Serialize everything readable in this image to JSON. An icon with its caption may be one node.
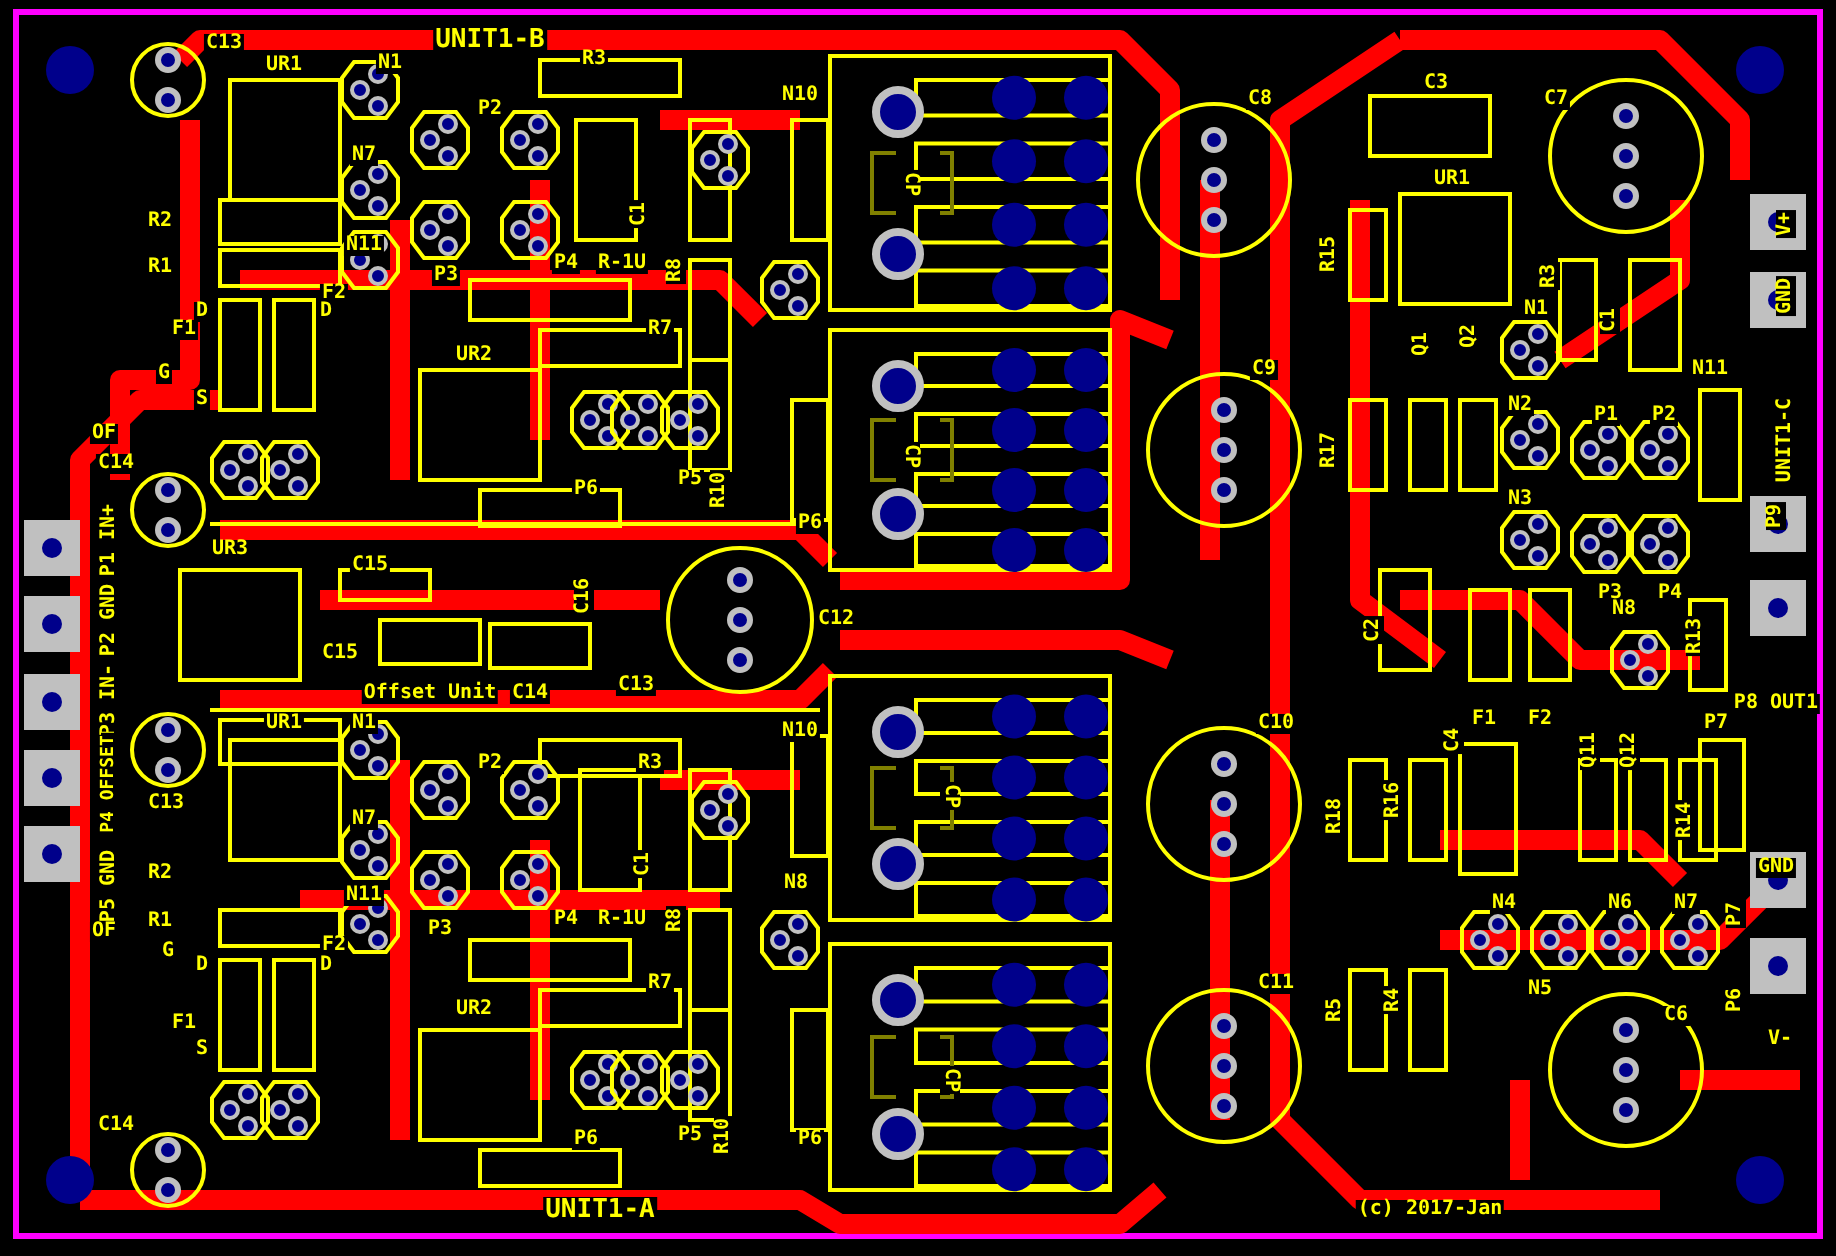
{
  "diagram": {
    "labels": [
      "C13",
      "UNIT1-B",
      "UR1",
      "N1",
      "R3",
      "P2",
      "N10",
      "N7",
      "R2",
      "C1",
      "R1",
      "N11",
      "P3",
      "P4",
      "R-1U",
      "R8",
      "F2",
      "D",
      "D",
      "F1",
      "R7",
      "S",
      "UR2",
      "G",
      "OF",
      "C14",
      "P5",
      "P6",
      "R10",
      "P6",
      "P1 IN+",
      "UR3",
      "C15",
      "C16",
      "P2 GND",
      "C12",
      "C15",
      "Offset Unit",
      "C14",
      "C13",
      "P3 IN-",
      "UR1",
      "N1",
      "P4 OFFSET",
      "C13",
      "P2",
      "R3",
      "N10",
      "N7",
      "R2",
      "P5 GND",
      "C1",
      "OF",
      "R1",
      "N11",
      "P4",
      "R-1U",
      "R8",
      "N8",
      "P3",
      "F2",
      "G",
      "D",
      "D",
      "R7",
      "F1",
      "UR2",
      "S",
      "C14",
      "P6",
      "P5",
      "R10",
      "P6",
      "UNIT1-A",
      "CP",
      "CP",
      "CP",
      "CP",
      "C8",
      "C3",
      "C7",
      "UR1",
      "V+",
      "R15",
      "R3",
      "GND",
      "N1",
      "C1",
      "Q1",
      "Q2",
      "C9",
      "N11",
      "N2",
      "P1",
      "P2",
      "UNIT1-C",
      "R17",
      "N3",
      "P9",
      "P3",
      "P4",
      "N8",
      "C2",
      "R13",
      "P8 OUT1",
      "C10",
      "F1",
      "F2",
      "P7",
      "C4",
      "Q11",
      "Q12",
      "R18",
      "R16",
      "R14",
      "GND",
      "N4",
      "N6",
      "N7",
      "P7",
      "C11",
      "N5",
      "R5",
      "R4",
      "C6",
      "P6",
      "V-",
      "(c) 2017-Jan"
    ]
  }
}
